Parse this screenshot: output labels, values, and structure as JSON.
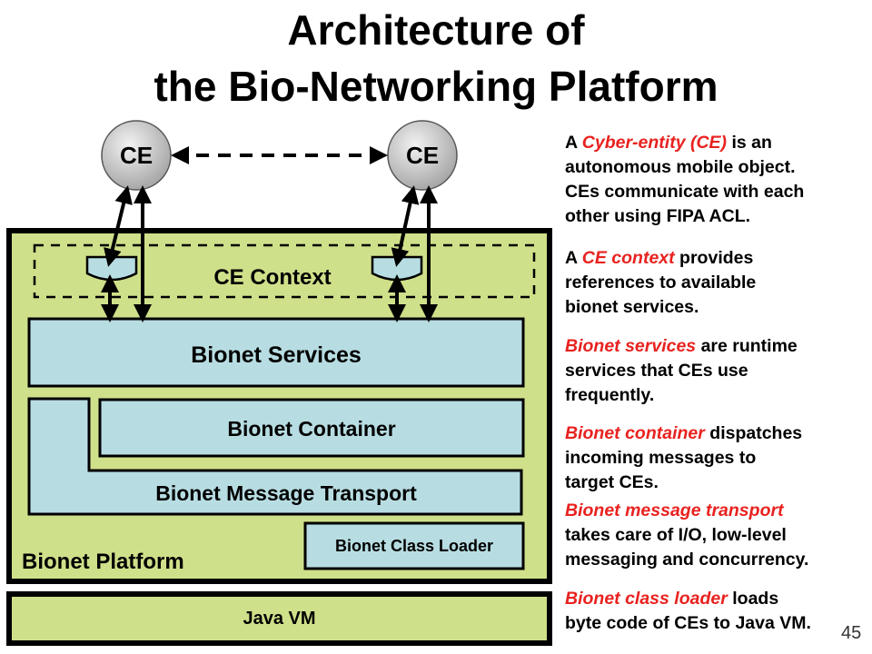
{
  "title": {
    "line1": "Architecture of",
    "line2": "the Bio-Networking Platform"
  },
  "diagram": {
    "ce_left": "CE",
    "ce_right": "CE",
    "ce_context": "CE Context",
    "bionet_services": "Bionet Services",
    "bionet_container": "Bionet Container",
    "bionet_message_transport": "Bionet Message Transport",
    "bionet_class_loader": "Bionet Class Loader",
    "bionet_platform": "Bionet Platform",
    "java_vm": "Java VM"
  },
  "descriptions": [
    {
      "pre": "A ",
      "term": "Cyber-entity (CE)",
      "post": " is an",
      "more": [
        "autonomous mobile object.",
        "CEs communicate with each",
        "other using FIPA ACL."
      ]
    },
    {
      "pre": "A ",
      "term": "CE context",
      "post": " provides",
      "more": [
        "references to available",
        "bionet services."
      ]
    },
    {
      "pre": "",
      "term": "Bionet services",
      "post": " are runtime",
      "more": [
        "services that CEs use",
        "frequently."
      ]
    },
    {
      "pre": "",
      "term": "Bionet container",
      "post": " dispatches",
      "more": [
        "incoming messages to",
        "target CEs."
      ]
    },
    {
      "pre": "",
      "term": "Bionet message transport",
      "post": "",
      "more": [
        "takes care of I/O, low-level",
        "messaging and concurrency."
      ]
    },
    {
      "pre": "",
      "term": "Bionet class loader",
      "post": " loads",
      "more": [
        "byte code of CEs to Java VM."
      ]
    }
  ],
  "page_number": "45",
  "colors": {
    "platform_fill": "#cfe08a",
    "service_fill": "#b7dde2",
    "ce_fill": "#c8c8c8",
    "highlight": "#e8221f"
  }
}
